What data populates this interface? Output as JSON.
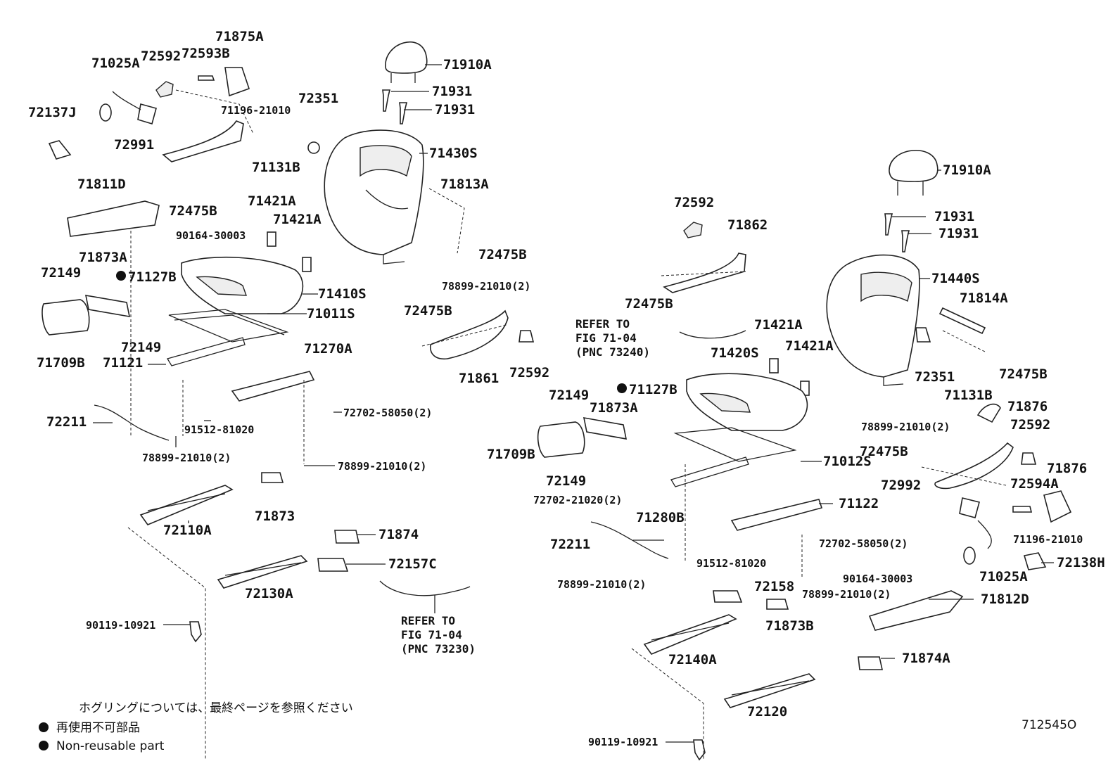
{
  "diagram_id": "712545O",
  "notes": {
    "hogring": "ホグリングについては、最終ページを参照ください",
    "nonreusable_jp": "再使用不可部品",
    "nonreusable_en": "Non-reusable part"
  },
  "refs": {
    "left": [
      "REFER TO",
      "FIG 71-04",
      "(PNC 73230)"
    ],
    "right": [
      "REFER TO",
      "FIG 71-04",
      "(PNC 73240)"
    ]
  },
  "labels": {
    "l_71875A": "71875A",
    "l_71025A": "71025A",
    "l_72592a": "72592",
    "l_72593B": "72593B",
    "l_72137J": "72137J",
    "l_71196a": "71196-21010",
    "l_72991": "72991",
    "l_71131Ba": "71131B",
    "l_72475Ba": "72475B",
    "l_71811D": "71811D",
    "l_90164a": "90164-30003",
    "l_71873Aa": "71873A",
    "l_72149a": "72149",
    "l_71127Ba": "71127B",
    "l_72149b": "72149",
    "l_71709Ba": "71709B",
    "l_71121": "71121",
    "l_72211a": "72211",
    "l_91512a": "91512-81020",
    "l_78899a": "78899-21010(2)",
    "l_78899b": "78899-21010(2)",
    "l_72702a": "72702-58050(2)",
    "l_71270A": "71270A",
    "l_71011S": "71011S",
    "l_71410S": "71410S",
    "l_71421Aa": "71421A",
    "l_71421Ab": "71421A",
    "l_72351a": "72351",
    "l_71910Aa": "71910A",
    "l_71931a": "71931",
    "l_71931b": "71931",
    "l_71430S": "71430S",
    "l_71813A": "71813A",
    "l_72475Bb": "72475B",
    "l_78899c": "78899-21010(2)",
    "l_72475Bc": "72475B",
    "l_71861": "71861",
    "l_72592b": "72592",
    "l_71873": "71873",
    "l_72110A": "72110A",
    "l_71874": "71874",
    "l_72157C": "72157C",
    "l_72130A": "72130A",
    "l_90119a": "90119-10921",
    "l_72592c": "72592",
    "l_71862": "71862",
    "l_72475Bd": "72475B",
    "l_71421Ac": "71421A",
    "l_71421Ad": "71421A",
    "l_71420S": "71420S",
    "l_71127Bb": "71127B",
    "l_72149c": "72149",
    "l_71873Ab": "71873A",
    "l_71709Bb": "71709B",
    "l_72149d": "72149",
    "l_72702b": "72702-21020(2)",
    "l_71280B": "71280B",
    "l_71012S": "71012S",
    "l_71122": "71122",
    "l_72211b": "72211",
    "l_72702c": "72702-58050(2)",
    "l_91512b": "91512-81020",
    "l_78899d": "78899-21010(2)",
    "l_72158": "72158",
    "l_78899e": "78899-21010(2)",
    "l_71873B": "71873B",
    "l_90164b": "90164-30003",
    "l_71812D": "71812D",
    "l_72140A": "72140A",
    "l_71874A": "71874A",
    "l_72120": "72120",
    "l_90119b": "90119-10921",
    "l_71910Ab": "71910A",
    "l_71931c": "71931",
    "l_71931d": "71931",
    "l_71440S": "71440S",
    "l_71814A": "71814A",
    "l_72351b": "72351",
    "l_72475Be": "72475B",
    "l_71131Bb": "71131B",
    "l_71876a": "71876",
    "l_78899f": "78899-21010(2)",
    "l_72592d": "72592",
    "l_72475Bf": "72475B",
    "l_72992": "72992",
    "l_71876b": "71876",
    "l_72594A": "72594A",
    "l_71196b": "71196-21010",
    "l_72138H": "72138H",
    "l_71025Ab": "71025A"
  }
}
